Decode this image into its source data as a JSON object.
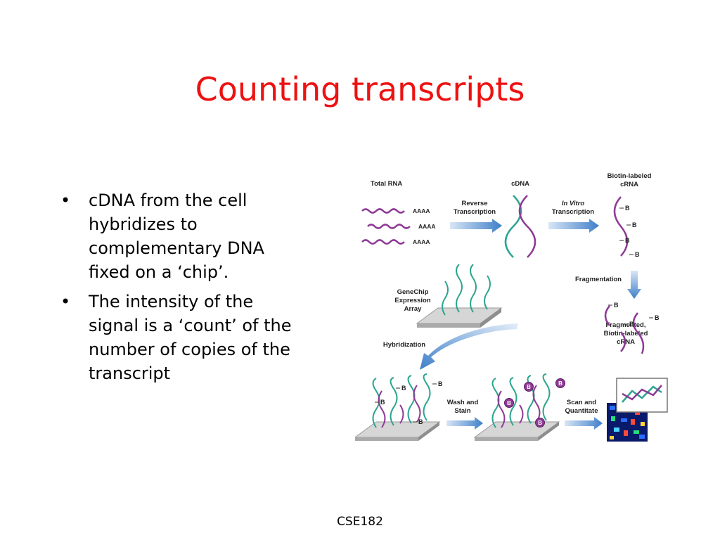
{
  "slide": {
    "title": "Counting transcripts",
    "bullets": [
      "cDNA from the cell hybridizes to complementary DNA fixed on a ‘chip’.",
      "The intensity of the signal is a ‘count’ of the number of copies of the transcript"
    ],
    "footer": "CSE182",
    "title_color": "#ee1111"
  },
  "diagram": {
    "labels": {
      "total_rna": "Total RNA",
      "reverse_transcription": [
        "Reverse",
        "Transcription"
      ],
      "cdna": "cDNA",
      "in_vitro_transcription": [
        "In Vitro",
        "Transcription"
      ],
      "biotin_labeled_crna": [
        "Biotin-labeled",
        "cRNA"
      ],
      "fragmentation": "Fragmentation",
      "genechip_array": [
        "GeneChip",
        "Expression",
        "Array"
      ],
      "fragmented_crna": [
        "Fragmented,",
        "Biotin-labeled",
        "cRNA"
      ],
      "hybridization": "Hybridization",
      "wash_and_stain": [
        "Wash and",
        "Stain"
      ],
      "scan_and_quantitate": [
        "Scan and",
        "Quantitate"
      ]
    },
    "polya": "AAAA",
    "biotin": "B",
    "colors": {
      "rna": "#8e3a96",
      "dna": "#2aa58f",
      "arrow": "#5a8fcf",
      "chip": "#c8c8c8"
    }
  }
}
